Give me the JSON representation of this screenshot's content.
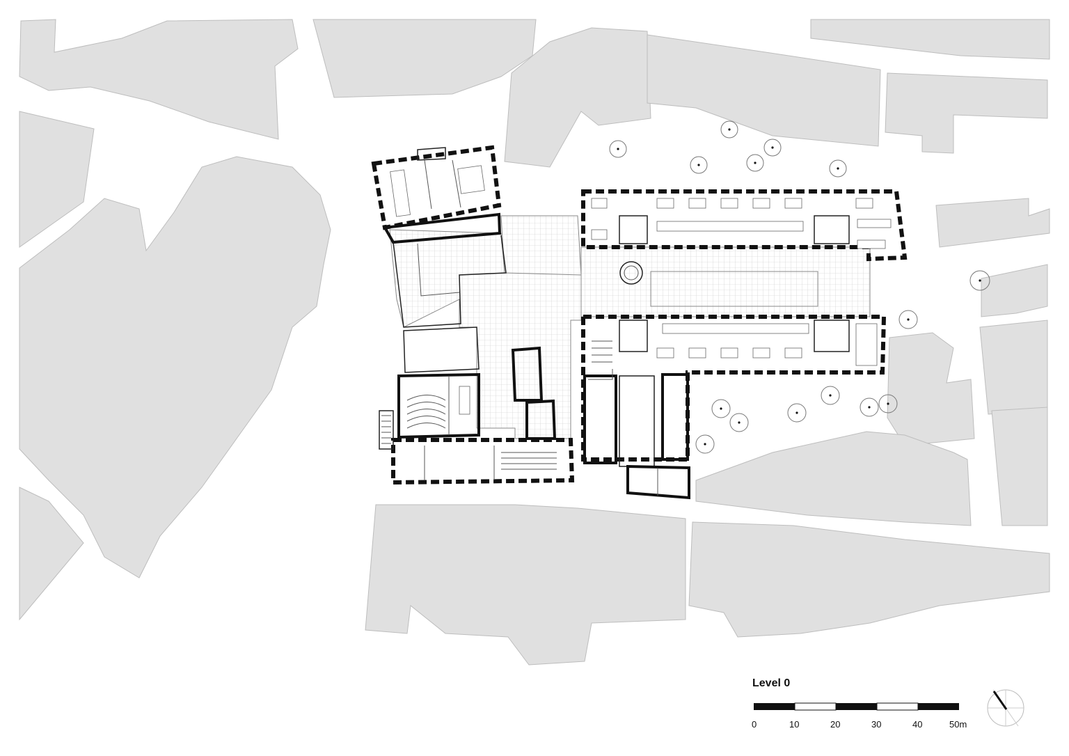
{
  "drawing": {
    "level_title": "Level 0",
    "scale_bar": {
      "ticks": [
        "0",
        "10",
        "20",
        "30",
        "40",
        "50m"
      ],
      "segments": 5
    },
    "north_arrow": {
      "icon": "north-arrow-icon"
    },
    "colors": {
      "context_buildings": "#e0e0e0",
      "walls": "#111111",
      "background": "#ffffff"
    }
  }
}
